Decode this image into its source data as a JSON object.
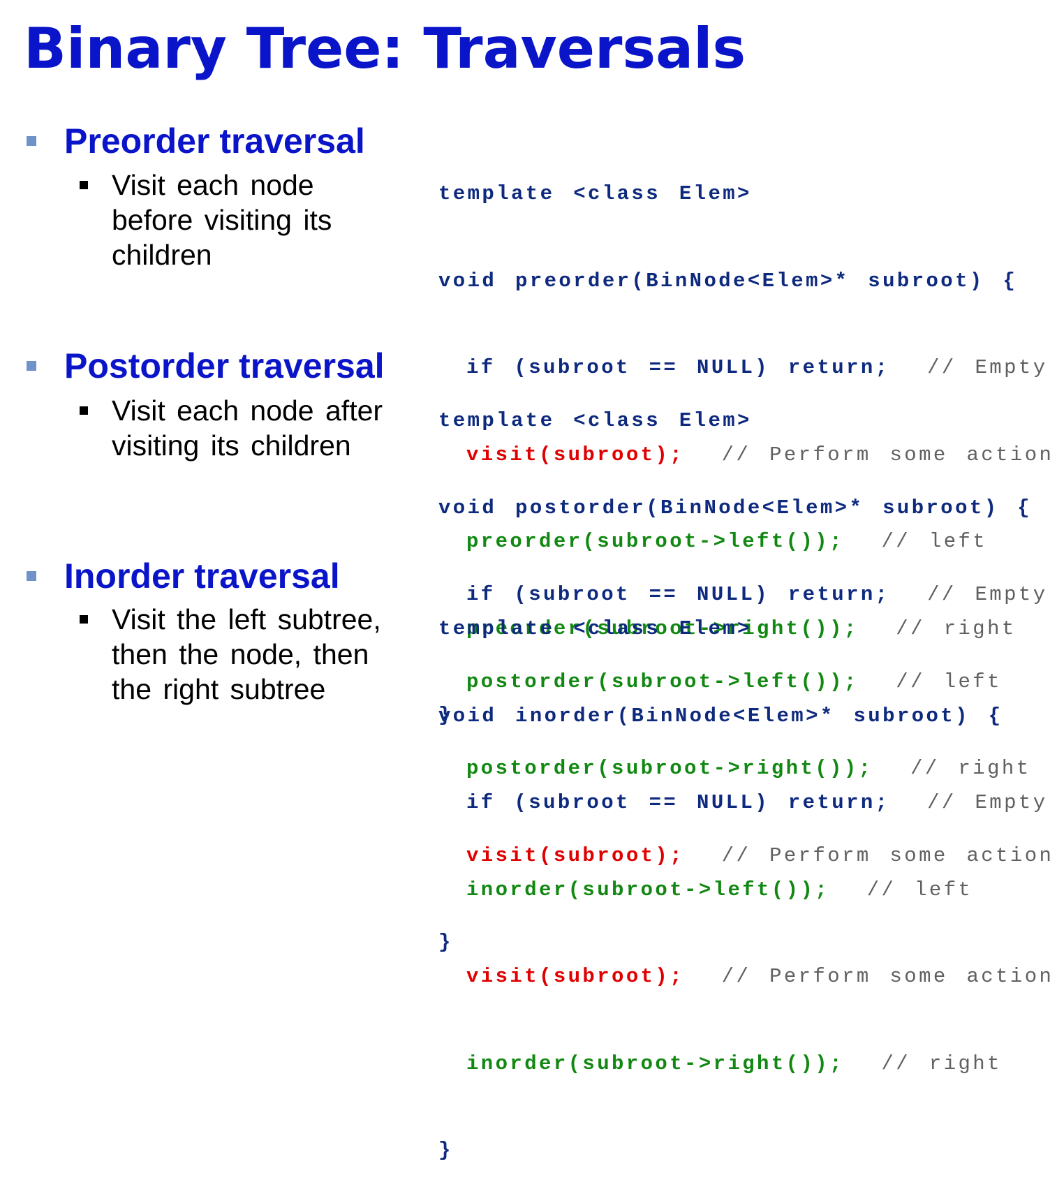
{
  "title": "Binary Tree: Traversals",
  "sections": [
    {
      "heading": "Preorder traversal",
      "description": "Visit each node before visiting its children",
      "code": {
        "template": "template <class Elem>",
        "signature": "void preorder(BinNode<Elem>* subroot) {",
        "lines": [
          {
            "code": "if (subroot == NULL) return;",
            "comment": "// Empty",
            "color": "#0e2a7e"
          },
          {
            "code": "visit(subroot);",
            "comment": "// Perform some actions",
            "color": "#e00000"
          },
          {
            "code": "preorder(subroot->left());",
            "comment": "// left",
            "color": "#118811"
          },
          {
            "code": "preorder(subroot->right());",
            "comment": "// right",
            "color": "#118811"
          }
        ],
        "close": "}"
      }
    },
    {
      "heading": "Postorder traversal",
      "description": "Visit each node after visiting its children",
      "code": {
        "template": "template <class Elem>",
        "signature": "void postorder(BinNode<Elem>* subroot) {",
        "lines": [
          {
            "code": "if (subroot == NULL) return;",
            "comment": "// Empty",
            "color": "#0e2a7e"
          },
          {
            "code": "postorder(subroot->left());",
            "comment": "// left",
            "color": "#118811"
          },
          {
            "code": "postorder(subroot->right());",
            "comment": "// right",
            "color": "#118811"
          },
          {
            "code": "visit(subroot);",
            "comment": "// Perform some actions",
            "color": "#e00000"
          }
        ],
        "close": "}"
      }
    },
    {
      "heading": "Inorder traversal",
      "description": "Visit the left subtree, then the node, then the right subtree",
      "code": {
        "template": "template <class Elem>",
        "signature": "void inorder(BinNode<Elem>* subroot) {",
        "lines": [
          {
            "code": "if (subroot == NULL) return;",
            "comment": "// Empty",
            "color": "#0e2a7e"
          },
          {
            "code": "inorder(subroot->left());",
            "comment": "// left",
            "color": "#118811"
          },
          {
            "code": "visit(subroot);",
            "comment": "// Perform some actions",
            "color": "#e00000"
          },
          {
            "code": "inorder(subroot->right());",
            "comment": "// right",
            "color": "#118811"
          }
        ],
        "close": "}"
      }
    }
  ]
}
